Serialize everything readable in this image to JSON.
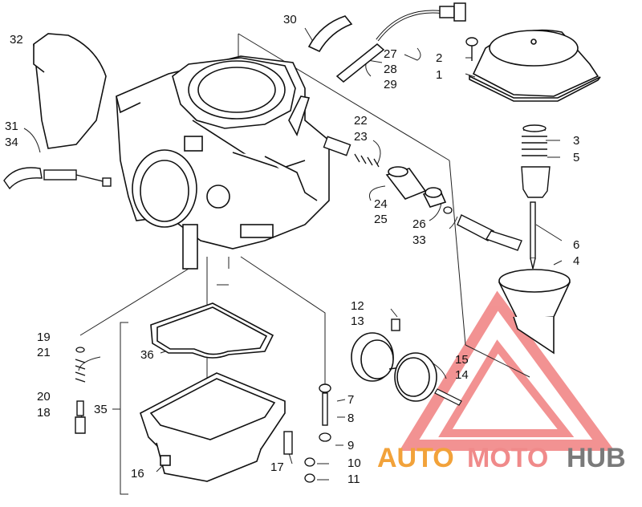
{
  "watermark": {
    "part1": "AUTO",
    "part2": "MOTO",
    "part3": "HUB",
    "colors": {
      "triangle": "#f08080",
      "auto": "#f2a23a",
      "moto": "#f08a8a",
      "hub": "#7a7a7a"
    }
  },
  "callouts": {
    "c1": "1",
    "c2": "2",
    "c3": "3",
    "c4": "4",
    "c5": "5",
    "c6": "6",
    "c7": "7",
    "c8": "8",
    "c9": "9",
    "c10": "10",
    "c11": "11",
    "c12": "12",
    "c13": "13",
    "c14": "14",
    "c15": "15",
    "c16": "16",
    "c17": "17",
    "c18": "18",
    "c19": "19",
    "c20": "20",
    "c21": "21",
    "c22": "22",
    "c23": "23",
    "c24": "24",
    "c25": "25",
    "c26": "26",
    "c27": "27",
    "c28": "28",
    "c29": "29",
    "c30": "30",
    "c31": "31",
    "c32": "32",
    "c33": "33",
    "c34": "34",
    "c35": "35",
    "c36": "36"
  }
}
